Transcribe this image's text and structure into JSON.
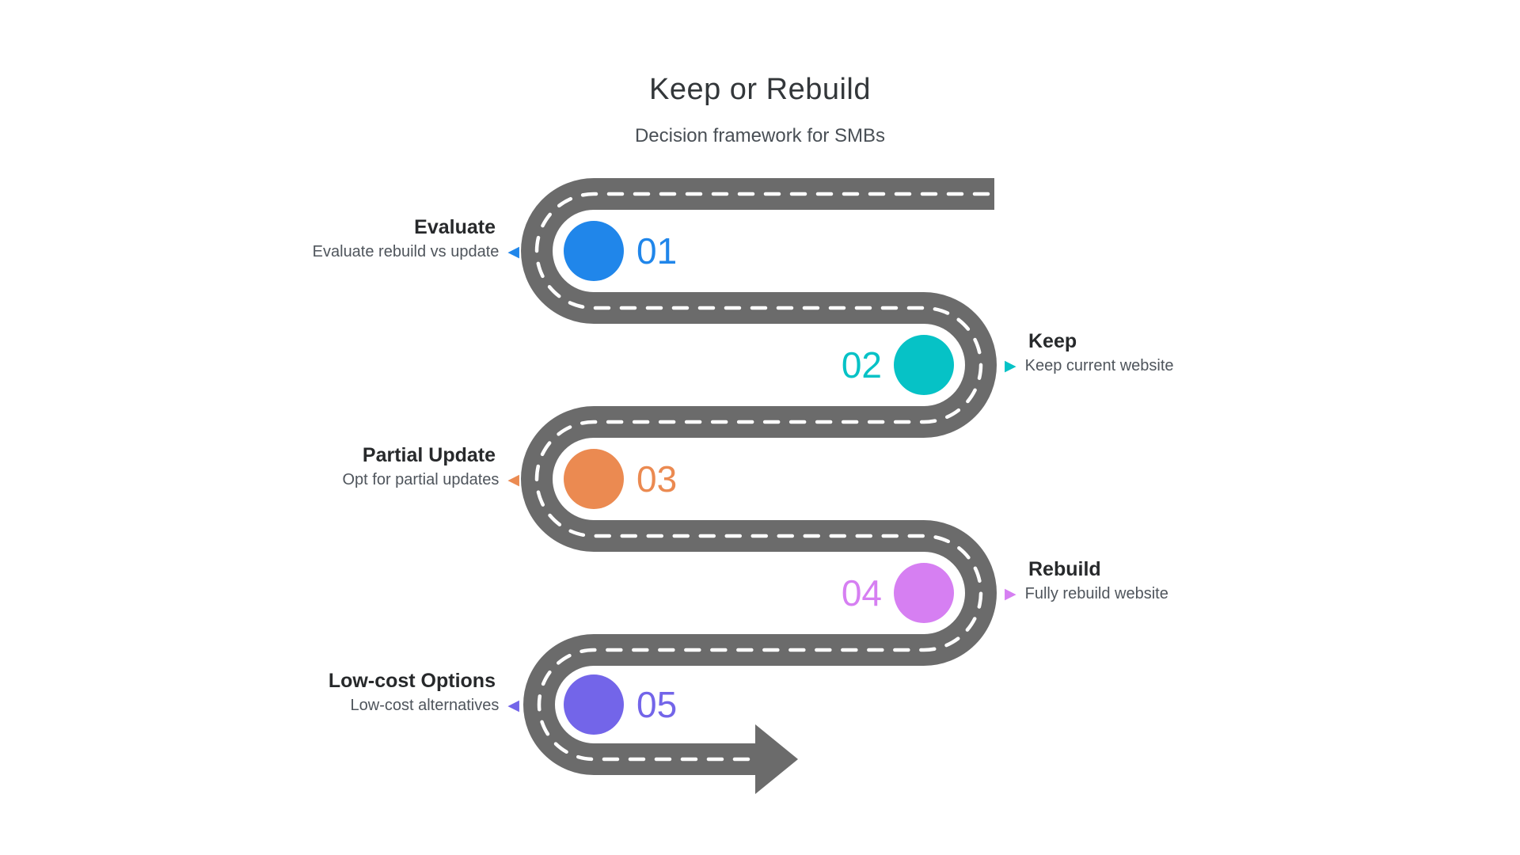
{
  "header": {
    "title": "Keep or Rebuild",
    "subtitle": "Decision framework for SMBs"
  },
  "road": {
    "color": "#6b6b6b",
    "dash_color": "#ffffff"
  },
  "icons": {
    "pointer_left": "◀",
    "pointer_right": "▶"
  },
  "steps": [
    {
      "number": "01",
      "title": "Evaluate",
      "description": "Evaluate rebuild vs update",
      "color": "#2086ea",
      "side": "left"
    },
    {
      "number": "02",
      "title": "Keep",
      "description": "Keep current website",
      "color": "#06c2c6",
      "side": "right"
    },
    {
      "number": "03",
      "title": "Partial Update",
      "description": "Opt for partial updates",
      "color": "#eb8a51",
      "side": "left"
    },
    {
      "number": "04",
      "title": "Rebuild",
      "description": "Fully rebuild website",
      "color": "#d67ff2",
      "side": "right"
    },
    {
      "number": "05",
      "title": "Low-cost Options",
      "description": "Low-cost alternatives",
      "color": "#7365e9",
      "side": "left"
    }
  ]
}
